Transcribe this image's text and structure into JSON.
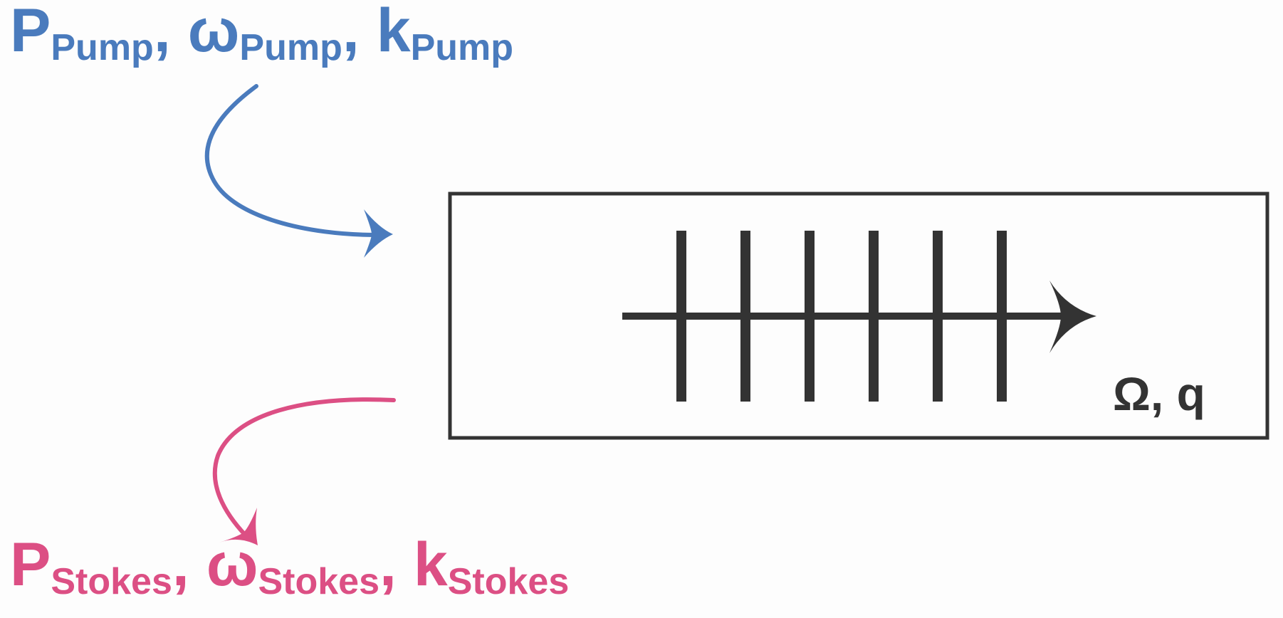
{
  "colors": {
    "pump": "#4a7bbd",
    "stokes": "#dc4f84",
    "box": "#333333",
    "background": "#fdfdfd"
  },
  "pump": {
    "power_symbol": "P",
    "power_subscript": "Pump",
    "freq_symbol": "ω",
    "freq_subscript": "Pump",
    "wavevector_symbol": "k",
    "wavevector_subscript": "Pump",
    "separator": ","
  },
  "stokes": {
    "power_symbol": "P",
    "power_subscript": "Stokes",
    "freq_symbol": "ω",
    "freq_subscript": "Stokes",
    "wavevector_symbol": "k",
    "wavevector_subscript": "Stokes",
    "separator": ","
  },
  "acoustic_wave": {
    "label": "Ω, q",
    "wavefront_count": 6
  }
}
